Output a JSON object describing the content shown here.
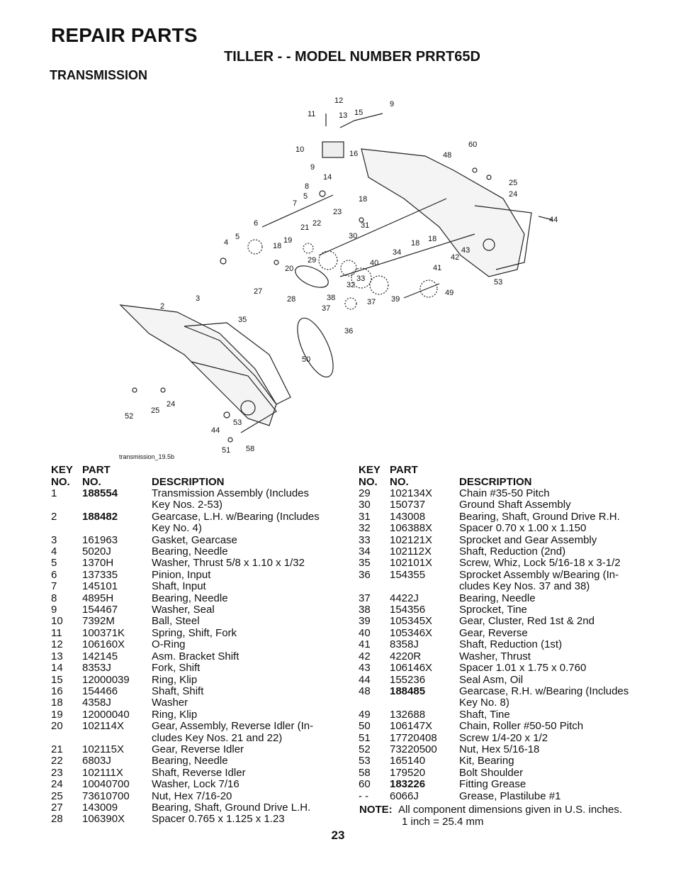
{
  "header": {
    "title": "REPAIR PARTS",
    "subtitle": "TILLER - - MODEL NUMBER PRRT65D",
    "section": "TRANSMISSION"
  },
  "diagram": {
    "caption": "transmission_19.5b",
    "labels": [
      "12",
      "9",
      "11",
      "13",
      "15",
      "10",
      "16",
      "9",
      "14",
      "60",
      "48",
      "25",
      "24",
      "8",
      "5",
      "18",
      "7",
      "23",
      "31",
      "44",
      "6",
      "22",
      "21",
      "30",
      "18",
      "5",
      "19",
      "4",
      "18",
      "34",
      "18",
      "20",
      "29",
      "42",
      "43",
      "40",
      "41",
      "53",
      "27",
      "32",
      "33",
      "38",
      "28",
      "3",
      "37",
      "39",
      "49",
      "2",
      "37",
      "35",
      "36",
      "50",
      "24",
      "25",
      "52",
      "53",
      "44",
      "51",
      "58"
    ]
  },
  "table_headers": {
    "key_line1": "KEY",
    "key_line2": "NO.",
    "part_line1": "PART",
    "part_line2": "NO.",
    "description": "DESCRIPTION"
  },
  "left_rows": [
    {
      "key": "1",
      "part": "188554",
      "bold": true,
      "desc": "Transmission Assembly (Includes",
      "desc2": "Key Nos. 2-53)"
    },
    {
      "key": "2",
      "part": "188482",
      "bold": true,
      "desc": "Gearcase, L.H. w/Bearing (Includes",
      "desc2": "Key No. 4)"
    },
    {
      "key": "3",
      "part": "161963",
      "desc": "Gasket, Gearcase"
    },
    {
      "key": "4",
      "part": "5020J",
      "desc": "Bearing, Needle"
    },
    {
      "key": "5",
      "part": "1370H",
      "desc": "Washer, Thrust  5/8 x 1.10 x 1/32"
    },
    {
      "key": "6",
      "part": "137335",
      "desc": "Pinion, Input"
    },
    {
      "key": "7",
      "part": "145101",
      "desc": "Shaft, Input"
    },
    {
      "key": "8",
      "part": "4895H",
      "desc": "Bearing, Needle"
    },
    {
      "key": "9",
      "part": "154467",
      "desc": "Washer, Seal"
    },
    {
      "key": "10",
      "part": "7392M",
      "desc": "Ball, Steel"
    },
    {
      "key": "11",
      "part": "100371K",
      "desc": "Spring, Shift, Fork"
    },
    {
      "key": "12",
      "part": "106160X",
      "desc": "O-Ring"
    },
    {
      "key": "13",
      "part": "142145",
      "desc": "Asm. Bracket Shift"
    },
    {
      "key": "14",
      "part": "8353J",
      "desc": "Fork, Shift"
    },
    {
      "key": "15",
      "part": "12000039",
      "desc": "Ring, Klip"
    },
    {
      "key": "16",
      "part": "154466",
      "desc": "Shaft, Shift"
    },
    {
      "key": "18",
      "part": "4358J",
      "desc": "Washer"
    },
    {
      "key": "19",
      "part": "12000040",
      "desc": "Ring, Klip"
    },
    {
      "key": "20",
      "part": "102114X",
      "desc": "Gear, Assembly, Reverse Idler (In-",
      "desc2": "cludes Key Nos. 21 and 22)"
    },
    {
      "key": "21",
      "part": "102115X",
      "desc": "Gear, Reverse Idler"
    },
    {
      "key": "22",
      "part": "6803J",
      "desc": "Bearing, Needle"
    },
    {
      "key": "23",
      "part": "102111X",
      "desc": "Shaft, Reverse Idler"
    },
    {
      "key": "24",
      "part": "10040700",
      "desc": "Washer, Lock  7/16"
    },
    {
      "key": "25",
      "part": "73610700",
      "desc": "Nut, Hex  7/16-20"
    },
    {
      "key": "27",
      "part": "143009",
      "desc": "Bearing, Shaft, Ground Drive L.H."
    },
    {
      "key": "28",
      "part": "106390X",
      "desc": "Spacer  0.765 x 1.125 x 1.23"
    }
  ],
  "right_rows": [
    {
      "key": "29",
      "part": "102134X",
      "desc": "Chain  #35-50 Pitch"
    },
    {
      "key": "30",
      "part": "150737",
      "desc": "Ground Shaft Assembly"
    },
    {
      "key": "31",
      "part": "143008",
      "desc": "Bearing, Shaft, Ground Drive R.H."
    },
    {
      "key": "32",
      "part": "106388X",
      "desc": "Spacer  0.70 x 1.00 x 1.150"
    },
    {
      "key": "33",
      "part": "102121X",
      "desc": "Sprocket and Gear Assembly"
    },
    {
      "key": "34",
      "part": "102112X",
      "desc": "Shaft, Reduction (2nd)"
    },
    {
      "key": "35",
      "part": "102101X",
      "desc": "Screw, Whiz, Lock  5/16-18 x 3-1/2"
    },
    {
      "key": "36",
      "part": "154355",
      "desc": "Sprocket Assembly w/Bearing (In-",
      "desc2": "cludes Key Nos. 37 and 38)"
    },
    {
      "key": "37",
      "part": "4422J",
      "desc": "Bearing, Needle"
    },
    {
      "key": "38",
      "part": "154356",
      "desc": "Sprocket, Tine"
    },
    {
      "key": "39",
      "part": "105345X",
      "desc": "Gear, Cluster, Red 1st & 2nd"
    },
    {
      "key": "40",
      "part": "105346X",
      "desc": "Gear, Reverse"
    },
    {
      "key": "41",
      "part": "8358J",
      "desc": "Shaft, Reduction (1st)"
    },
    {
      "key": "42",
      "part": "4220R",
      "desc": "Washer, Thrust"
    },
    {
      "key": "43",
      "part": "106146X",
      "desc": "Spacer  1.01 x 1.75 x 0.760"
    },
    {
      "key": "44",
      "part": "155236",
      "desc": "Seal Asm, Oil"
    },
    {
      "key": "48",
      "part": "188485",
      "bold": true,
      "desc": "Gearcase, R.H. w/Bearing (Includes",
      "desc2": "Key No. 8)"
    },
    {
      "key": "49",
      "part": "132688",
      "desc": "Shaft, Tine"
    },
    {
      "key": "50",
      "part": "106147X",
      "desc": "Chain, Roller  #50-50 Pitch"
    },
    {
      "key": "51",
      "part": "17720408",
      "desc": "Screw  1/4-20 x 1/2"
    },
    {
      "key": "52",
      "part": "73220500",
      "desc": "Nut, Hex  5/16-18"
    },
    {
      "key": "53",
      "part": "165140",
      "desc": "Kit, Bearing"
    },
    {
      "key": "58",
      "part": "179520",
      "desc": "Bolt Shoulder"
    },
    {
      "key": "60",
      "part": "183226",
      "bold": true,
      "desc": "Fitting Grease"
    },
    {
      "key": "- -",
      "part": "6066J",
      "desc": "Grease, Plastilube #1"
    }
  ],
  "note": {
    "label": "NOTE:",
    "line1": "All component dimensions given in U.S. inches.",
    "line2": "1 inch = 25.4 mm"
  },
  "page_number": "23"
}
